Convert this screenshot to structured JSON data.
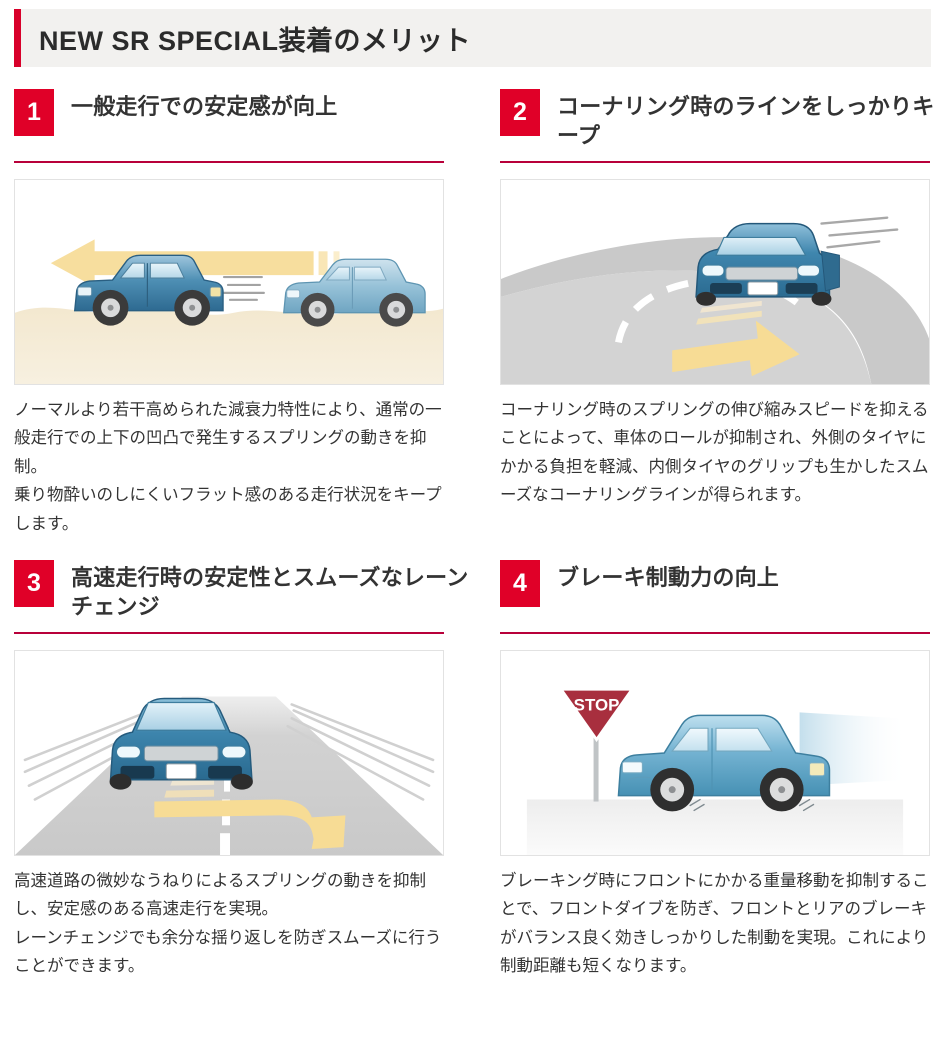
{
  "header": {
    "title": "NEW SR SPECIAL装着のメリット",
    "accent_color": "#d8002a",
    "background_color": "#f2f1ef"
  },
  "theme": {
    "badge_color": "#e00028",
    "divider_color": "#b8003a",
    "heading_color": "#333333",
    "body_color": "#333333",
    "arrow_color": "#f7d98a",
    "car_blue": "#3d7fa6",
    "road_gray": "#cfcfcf",
    "road_cream": "#efe3c8",
    "stop_sign_red": "#a82f3e"
  },
  "panels": [
    {
      "number": "1",
      "heading": "一般走行での安定感が向上",
      "figure": "two-cars-side-view-bumpy-road",
      "figure_alt": "凹凸のある路面を走る2台の青いセダンと黄色い矢印",
      "body_paragraphs": [
        "ノーマルより若干高められた減衰力特性により、通常の一般走行での上下の凹凸で発生するスプリングの動きを抑制。",
        "乗り物酔いのしにくいフラット感のある走行状況をキープします。"
      ]
    },
    {
      "number": "2",
      "heading": "コーナリング時のラインをしっかりキープ",
      "figure": "car-cornering-curved-road",
      "figure_alt": "カーブした道路をコーナリングする青いセダンと黄色い矢印",
      "body_paragraphs": [
        "コーナリング時のスプリングの伸び縮みスピードを抑えることによって、車体のロールが抑制され、外側のタイヤにかかる負担を軽減、内側タイヤのグリップも生かしたスムーズなコーナリングラインが得られます。"
      ]
    },
    {
      "number": "3",
      "heading": "高速走行時の安定性とスムーズなレーンチェンジ",
      "figure": "car-front-view-lane-change",
      "figure_alt": "高速道路を走る青いセダンの正面図とレーンチェンジを示す黄色い矢印",
      "body_paragraphs": [
        "高速道路の微妙なうねりによるスプリングの動きを抑制し、安定感のある高速走行を実現。",
        "レーンチェンジでも余分な揺り返しを防ぎスムーズに行うことができます。"
      ]
    },
    {
      "number": "4",
      "heading": "ブレーキ制動力の向上",
      "figure": "car-braking-stop-sign",
      "figure_alt": "STOP標識の前で制動する水色のセダン",
      "figure_labels": {
        "stop_sign": "STOP"
      },
      "body_paragraphs": [
        "ブレーキング時にフロントにかかる重量移動を抑制することで、フロントダイブを防ぎ、フロントとリアのブレーキがバランス良く効きしっかりした制動を実現。これにより制動距離も短くなります。"
      ]
    }
  ]
}
